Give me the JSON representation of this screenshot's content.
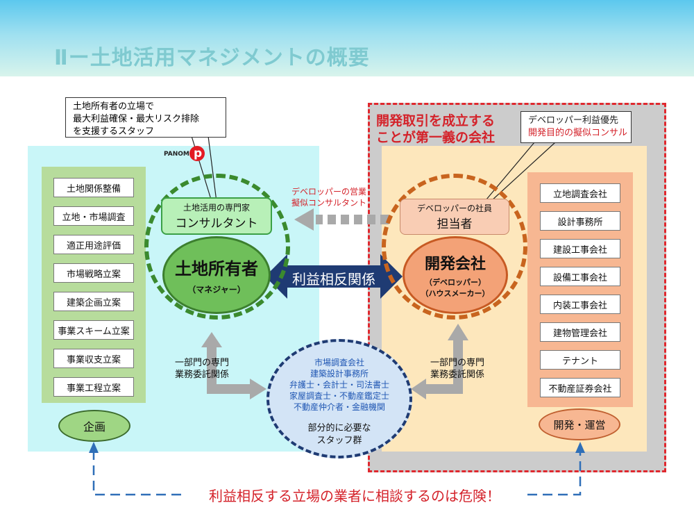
{
  "title": "Ⅱー土地活用マネジメントの概要",
  "left_callout": {
    "line1": "土地所有者の立場で",
    "line2": "最大利益確保・最大リスク排除",
    "line3": "を支援するスタッフ"
  },
  "logo_text": "PANOMI",
  "consultant": {
    "sub": "土地活用の専門家",
    "main": "コンサルタント"
  },
  "owner": {
    "main": "土地所有者",
    "sub": "（マネジャー）"
  },
  "conflict_label": "利益相反関係",
  "pseudo_consult": {
    "line1": "デベロッパーの営業",
    "line2": "擬似コンサルタント"
  },
  "right_heading": {
    "line1": "開発取引を成立する",
    "line2": "ことが第一義の会社"
  },
  "right_callout": {
    "line1": "デベロッパー利益優先",
    "line2": "開発目的の擬似コンサル"
  },
  "developer_staff": {
    "sub": "デベロッパーの社員",
    "main": "担当者"
  },
  "developer": {
    "main": "開発会社",
    "sub1": "（デベロッパー）",
    "sub2": "（ハウスメーカー）"
  },
  "left_items": [
    "土地関係整備",
    "立地・市場調査",
    "適正用途評価",
    "市場戦略立案",
    "建築企画立案",
    "事業スキーム立案",
    "事業収支立案",
    "事業工程立案"
  ],
  "right_items": [
    "立地調査会社",
    "設計事務所",
    "建設工事会社",
    "設備工事会社",
    "内装工事会社",
    "建物管理会社",
    "テナント",
    "不動産証券会社"
  ],
  "delegation_left": {
    "line1": "一部門の専門",
    "line2": "業務委託関係"
  },
  "delegation_right": {
    "line1": "一部門の専門",
    "line2": "業務委託関係"
  },
  "staff_circle": {
    "lines": [
      "市場調査会社",
      "建築設計事務所",
      "弁護士・会計士・司法書士",
      "家屋調査士・不動産鑑定士",
      "不動産仲介者・金融機関"
    ],
    "foot1": "部分的に必要な",
    "foot2": "スタッフ群"
  },
  "planning_label": "企画",
  "dev_ops_label": "開発・運営",
  "warning": "利益相反する立場の業者に相談するのは危険！",
  "colors": {
    "accent_red": "#d4222a",
    "green": "#3b8a2e",
    "navy": "#1f3b73",
    "blue_dash": "#2f6fb8"
  }
}
